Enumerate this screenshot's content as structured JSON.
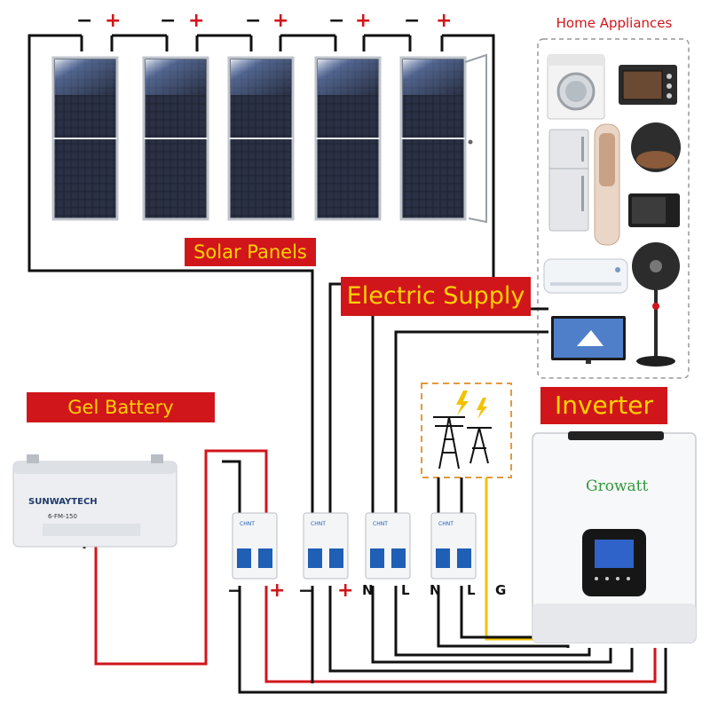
{
  "labels": {
    "solar_panels": "Solar Panels",
    "electric_supply": "Electric Supply",
    "gel_battery": "Gel Battery",
    "inverter": "Inverter",
    "home_appliances": "Home Appliances"
  },
  "panel_terminals": {
    "minus": "−",
    "plus": "+"
  },
  "battery": {
    "brand": "SUNWAYTECH",
    "model": "6-FM-150"
  },
  "inverter_brand": "Growatt",
  "breaker_brand": "CHNT",
  "terminals": {
    "neg1": "−",
    "pos1": "+",
    "neg2": "−",
    "pos2": "+",
    "n1": "N",
    "l1": "L",
    "n2": "N",
    "l2": "L",
    "g": "G"
  },
  "colors": {
    "label_bg": "#d0161b",
    "label_text": "#ffd200",
    "wire_red": "#d0161b",
    "wire_black": "#111111",
    "wire_yellow": "#f2c200",
    "appliance_border": "#999999",
    "supply_border": "#e39a3a",
    "inverter_green": "#2f9a3a"
  }
}
